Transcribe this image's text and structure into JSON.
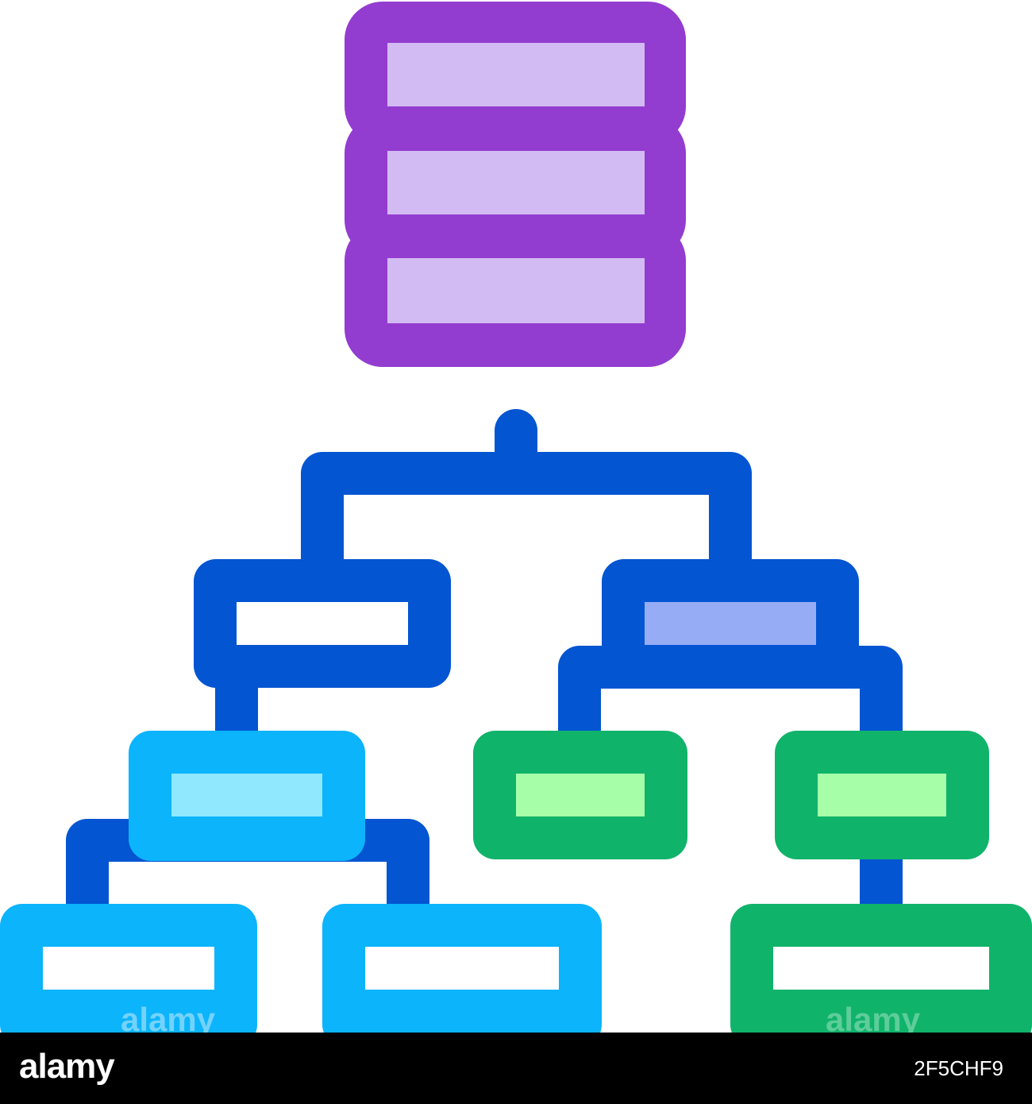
{
  "colors": {
    "purple_stroke": "#933cd0",
    "purple_fill": "#d2bbf2",
    "blue_stroke": "#0355d2",
    "blue_fill": "#96adf5",
    "cyan_stroke": "#0cb4fc",
    "cyan_fill": "#8fe8fe",
    "green_stroke": "#10b36a",
    "green_fill": "#a6fea8",
    "empty_fill": "#ffffff",
    "footer_bg": "#000000"
  },
  "icon": {
    "name": "database-hierarchy-tree-icon",
    "database_rows": 3,
    "tree_nodes": 8
  },
  "watermark": {
    "text_left": "alamy",
    "text_right": "alamy"
  },
  "footer": {
    "logo": "alamy",
    "meta": "",
    "image_id": "2F5CHF9"
  }
}
